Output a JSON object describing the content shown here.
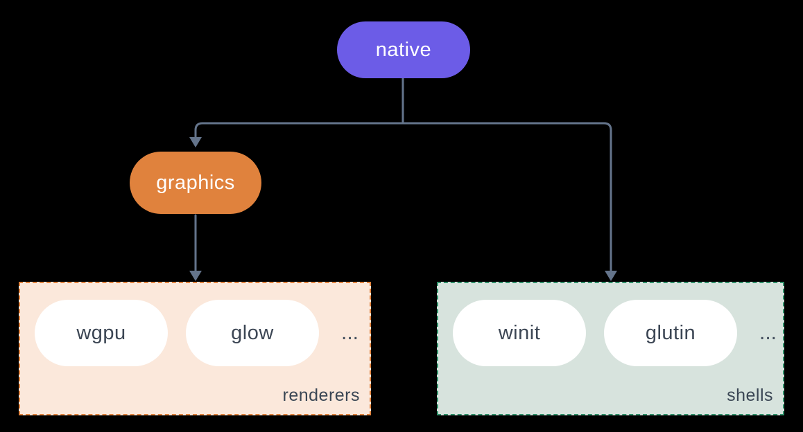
{
  "diagram": {
    "nodes": {
      "native": {
        "label": "native"
      },
      "graphics": {
        "label": "graphics"
      }
    },
    "groups": {
      "renderers": {
        "label": "renderers",
        "pills": [
          {
            "label": "wgpu"
          },
          {
            "label": "glow"
          }
        ],
        "ellipsis": "..."
      },
      "shells": {
        "label": "shells",
        "pills": [
          {
            "label": "winit"
          },
          {
            "label": "glutin"
          }
        ],
        "ellipsis": "..."
      }
    }
  },
  "colors": {
    "background": "#000000",
    "native_fill": "#6C5CE7",
    "graphics_fill": "#E0823D",
    "renderers_bg": "#FBE8DB",
    "renderers_border": "#E0823D",
    "shells_bg": "#D7E3DD",
    "shells_border": "#2F8F68",
    "pill_bg": "#FFFFFF",
    "pill_text": "#3C4654",
    "group_label_text": "#3A4654",
    "connector": "#64748B",
    "node_text": "#FFFFFF"
  }
}
